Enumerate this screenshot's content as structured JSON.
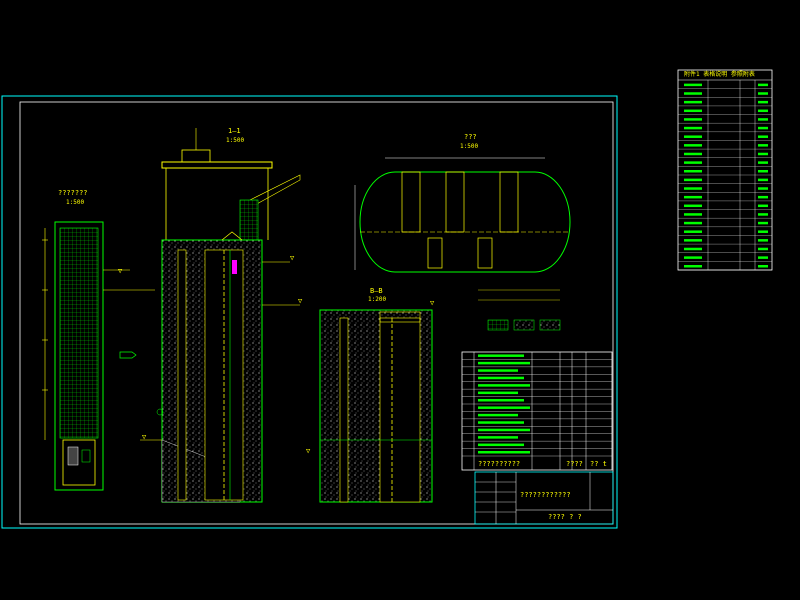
{
  "drawing": {
    "views": {
      "left_elevation_title": "???????",
      "left_elevation_scale": "1:500",
      "main_section_title": "1—1",
      "main_section_scale": "1:500",
      "plan_title": "???",
      "plan_scale": "1:500",
      "section_b_title": "B—B",
      "section_b_scale": "1:200"
    },
    "level_tags": [
      "▽",
      "▽",
      "▽",
      "▽",
      "▽",
      "▽"
    ],
    "component_table": {
      "summary_label": "??????????",
      "summary_total": "????",
      "summary_unit": "?? t",
      "row_count": 14
    },
    "title_block": {
      "project_name": "????????????",
      "drawing_no": "????  ?  ?"
    },
    "legend_panel": {
      "title": "附件1  表格说明  参照附表",
      "rows": 22
    },
    "colors": {
      "frame": "#00ffff",
      "outline": "#00ff00",
      "text": "#ffff00",
      "rock": "#ffffff",
      "accent": "#ff00ff"
    }
  }
}
